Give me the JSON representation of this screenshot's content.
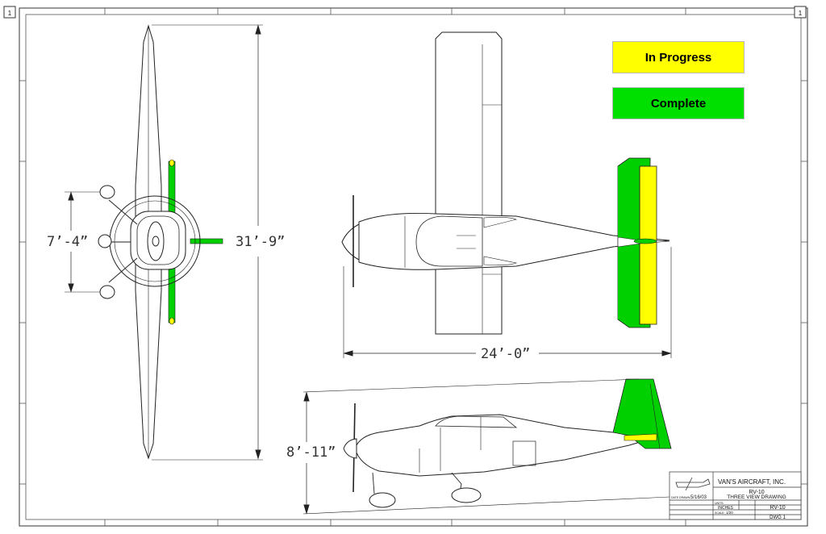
{
  "sheet": {
    "corner_left": "1",
    "corner_right": "1"
  },
  "legend": {
    "in_progress": {
      "label": "In Progress",
      "color": "#ffff00"
    },
    "complete": {
      "label": "Complete",
      "color": "#00e000"
    }
  },
  "dimensions": {
    "wingspan": "31’-9”",
    "stab_span": "7’-4”",
    "length": "24’-0”",
    "height": "8’-11”"
  },
  "title_block": {
    "company": "VAN'S AIRCRAFT, INC.",
    "model": "RV-10",
    "title": "THREE VIEW DRAWING",
    "date_label": "DATE DRAWN:",
    "date": "5/16/03",
    "units_label": "UNITS:",
    "units": "INCHES",
    "dwg_no": "RV-10",
    "scale_label": "SCALE:",
    "scale": "1/20",
    "sheet": "DWG 1"
  }
}
